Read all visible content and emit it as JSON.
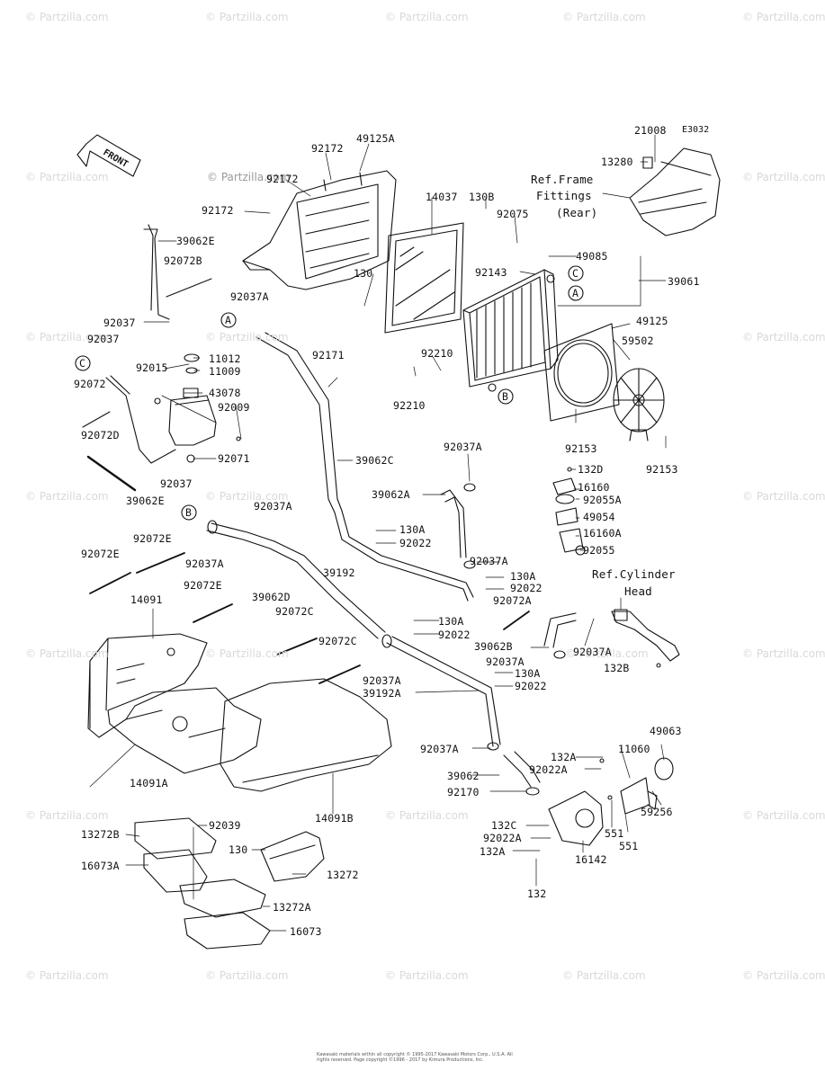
{
  "diagram": {
    "code": "E3032",
    "front_label": "FRONT",
    "watermark": "© Partzilla.com",
    "copyright": "Kawasaki materials within all copyright © 1995-2017 Kawasaki Motors Corp., U.S.A. All rights reserved. Page copyright ©1996 - 2017 by Kimura Productions, Inc.",
    "labels": [
      {
        "id": "l1",
        "text": "49125A"
      },
      {
        "id": "l2",
        "text": "92172"
      },
      {
        "id": "l3",
        "text": "92172"
      },
      {
        "id": "l4",
        "text": "92172"
      },
      {
        "id": "l5",
        "text": "14037"
      },
      {
        "id": "l6",
        "text": "130B"
      },
      {
        "id": "l7",
        "text": "92075"
      },
      {
        "id": "l8",
        "text": "21008"
      },
      {
        "id": "l9",
        "text": "13280"
      },
      {
        "id": "l10",
        "text": "Ref.Frame"
      },
      {
        "id": "l11",
        "text": "Fittings"
      },
      {
        "id": "l12",
        "text": "(Rear)"
      },
      {
        "id": "l13",
        "text": "39062E"
      },
      {
        "id": "l14",
        "text": "92072B"
      },
      {
        "id": "l15",
        "text": "130"
      },
      {
        "id": "l16",
        "text": "92143"
      },
      {
        "id": "l17",
        "text": "49085"
      },
      {
        "id": "l18",
        "text": "39061"
      },
      {
        "id": "l19",
        "text": "92037A"
      },
      {
        "id": "l20",
        "text": "49125"
      },
      {
        "id": "l21",
        "text": "92037"
      },
      {
        "id": "l22",
        "text": "92037"
      },
      {
        "id": "l23",
        "text": "11012"
      },
      {
        "id": "l24",
        "text": "92171"
      },
      {
        "id": "l25",
        "text": "59502"
      },
      {
        "id": "l26",
        "text": "92015"
      },
      {
        "id": "l27",
        "text": "11009"
      },
      {
        "id": "l28",
        "text": "92210"
      },
      {
        "id": "l29",
        "text": "92072"
      },
      {
        "id": "l30",
        "text": "43078"
      },
      {
        "id": "l31",
        "text": "92009"
      },
      {
        "id": "l32",
        "text": "92210"
      },
      {
        "id": "l33",
        "text": "92072D"
      },
      {
        "id": "l34",
        "text": "92071"
      },
      {
        "id": "l35",
        "text": "92153"
      },
      {
        "id": "l36",
        "text": "92153"
      },
      {
        "id": "l37",
        "text": "39062C"
      },
      {
        "id": "l38",
        "text": "92037A"
      },
      {
        "id": "l39",
        "text": "132D"
      },
      {
        "id": "l40",
        "text": "92037"
      },
      {
        "id": "l41",
        "text": "16160"
      },
      {
        "id": "l42",
        "text": "39062A"
      },
      {
        "id": "l43",
        "text": "92055A"
      },
      {
        "id": "l44",
        "text": "39062E"
      },
      {
        "id": "l45",
        "text": "92037A"
      },
      {
        "id": "l46",
        "text": "49054"
      },
      {
        "id": "l47",
        "text": "130A"
      },
      {
        "id": "l48",
        "text": "16160A"
      },
      {
        "id": "l49",
        "text": "92022"
      },
      {
        "id": "l50",
        "text": "92055"
      },
      {
        "id": "l51",
        "text": "92072E"
      },
      {
        "id": "l52",
        "text": "92072E"
      },
      {
        "id": "l53",
        "text": "92037A"
      },
      {
        "id": "l54",
        "text": "Ref.Cylinder"
      },
      {
        "id": "l55",
        "text": "130A"
      },
      {
        "id": "l56",
        "text": "Head"
      },
      {
        "id": "l57",
        "text": "39192"
      },
      {
        "id": "l58",
        "text": "92022"
      },
      {
        "id": "l59",
        "text": "92037A"
      },
      {
        "id": "l60",
        "text": "92072E"
      },
      {
        "id": "l61",
        "text": "39062D"
      },
      {
        "id": "l62",
        "text": "92072A"
      },
      {
        "id": "l63",
        "text": "14091"
      },
      {
        "id": "l64",
        "text": "92072C"
      },
      {
        "id": "l65",
        "text": "130A"
      },
      {
        "id": "l66",
        "text": "92022"
      },
      {
        "id": "l67",
        "text": "39062B"
      },
      {
        "id": "l68",
        "text": "92037A"
      },
      {
        "id": "l69",
        "text": "92072C"
      },
      {
        "id": "l70",
        "text": "92037A"
      },
      {
        "id": "l71",
        "text": "130A"
      },
      {
        "id": "l72",
        "text": "132B"
      },
      {
        "id": "l73",
        "text": "92037A"
      },
      {
        "id": "l74",
        "text": "92022"
      },
      {
        "id": "l75",
        "text": "39192A"
      },
      {
        "id": "l76",
        "text": "49063"
      },
      {
        "id": "l77",
        "text": "92037A"
      },
      {
        "id": "l78",
        "text": "132A"
      },
      {
        "id": "l79",
        "text": "11060"
      },
      {
        "id": "l80",
        "text": "14091A"
      },
      {
        "id": "l81",
        "text": "39062"
      },
      {
        "id": "l82",
        "text": "92022A"
      },
      {
        "id": "l83",
        "text": "92170"
      },
      {
        "id": "l84",
        "text": "59256"
      },
      {
        "id": "l85",
        "text": "14091B"
      },
      {
        "id": "l86",
        "text": "13272B"
      },
      {
        "id": "l87",
        "text": "92039"
      },
      {
        "id": "l88",
        "text": "132C"
      },
      {
        "id": "l89",
        "text": "92022A"
      },
      {
        "id": "l90",
        "text": "551"
      },
      {
        "id": "l91",
        "text": "130"
      },
      {
        "id": "l92",
        "text": "132A"
      },
      {
        "id": "l93",
        "text": "551"
      },
      {
        "id": "l94",
        "text": "16142"
      },
      {
        "id": "l95",
        "text": "16073A"
      },
      {
        "id": "l96",
        "text": "13272"
      },
      {
        "id": "l97",
        "text": "13272A"
      },
      {
        "id": "l98",
        "text": "132"
      },
      {
        "id": "l99",
        "text": "16073"
      }
    ],
    "callouts": [
      {
        "id": "cA1",
        "text": "A"
      },
      {
        "id": "cA2",
        "text": "A"
      },
      {
        "id": "cB1",
        "text": "B"
      },
      {
        "id": "cB2",
        "text": "B"
      },
      {
        "id": "cC1",
        "text": "C"
      },
      {
        "id": "cC2",
        "text": "C"
      }
    ]
  }
}
